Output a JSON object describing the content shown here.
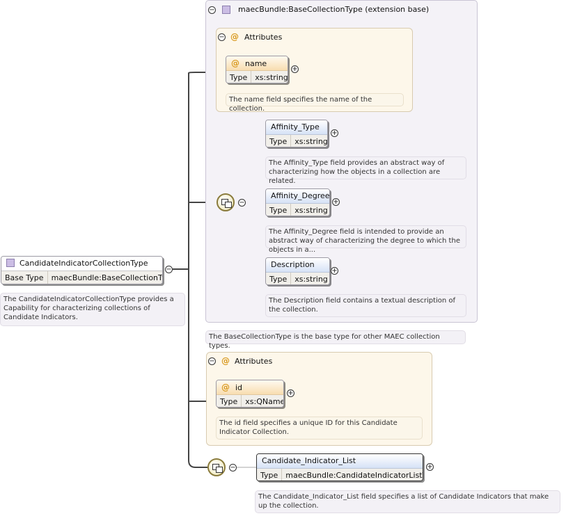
{
  "root": {
    "name": "CandidateIndicatorCollectionType",
    "base_type_label": "Base Type",
    "base_type_value": "maecBundle:BaseCollectionType",
    "doc": "The CandidateIndicatorCollectionType provides a Capability for characterizing collections of Candidate Indicators."
  },
  "extension": {
    "title": "maecBundle:BaseCollectionType (extension base)",
    "doc": "The BaseCollectionType is the base type for other MAEC collection types.",
    "attributes": {
      "title": "Attributes",
      "name_attr": {
        "name": "name",
        "type_label": "Type",
        "type_value": "xs:string",
        "doc": "The name field specifies the name of the collection."
      }
    },
    "elements": [
      {
        "name": "Affinity_Type",
        "type_label": "Type",
        "type_value": "xs:string",
        "doc": "The Affinity_Type field provides an abstract way of characterizing how the objects in a collection are related."
      },
      {
        "name": "Affinity_Degree",
        "type_label": "Type",
        "type_value": "xs:string",
        "doc": "The Affinity_Degree field is intended to provide an abstract way of characterizing the degree to which the objects in a..."
      },
      {
        "name": "Description",
        "type_label": "Type",
        "type_value": "xs:string",
        "doc": "The Description field contains a textual description of the collection."
      }
    ]
  },
  "own_attributes": {
    "title": "Attributes",
    "id_attr": {
      "name": "id",
      "type_label": "Type",
      "type_value": "xs:QName",
      "doc": "The id field specifies a unique ID for this Candidate Indicator Collection."
    }
  },
  "candidate_list": {
    "name": "Candidate_Indicator_List",
    "type_label": "Type",
    "type_value": "maecBundle:CandidateIndicatorListType",
    "doc": "The Candidate_Indicator_List field specifies a list of Candidate Indicators that make up the collection."
  },
  "glyphs": {
    "collapse": "−",
    "expand": "+"
  },
  "icons": {
    "complex-type": "complex-type-icon",
    "attribute": "attribute-icon",
    "sequence": "sequence-compositor-icon",
    "collapse": "collapse-icon",
    "expand": "expand-icon"
  },
  "colors": {
    "complex_type_fill": "#cbbde4",
    "attribute_fill": "#fdf7ea",
    "element_header": "#d6e2f6",
    "panel": "#f4f2f7",
    "connector": "#444444"
  }
}
